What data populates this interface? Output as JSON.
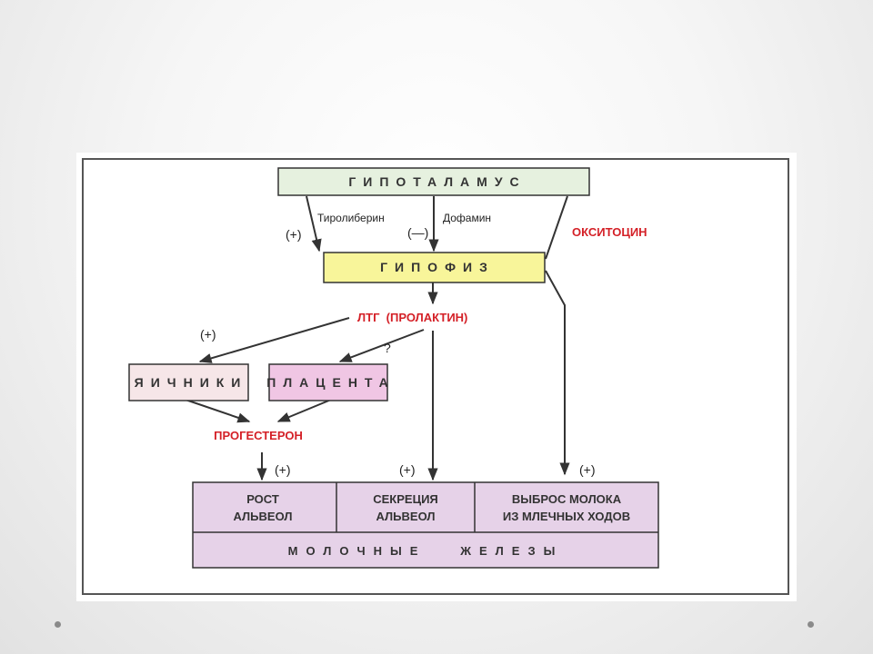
{
  "colors": {
    "hypothalamus_fill": "#e6f1df",
    "hypophysis_fill": "#f8f59a",
    "ovaries_fill": "#f6e6e8",
    "placenta_fill": "#f0c6e4",
    "gland_fill": "#e6d2e8",
    "hormone_red": "#d42027",
    "line": "#333333"
  },
  "diagram": {
    "hypothalamus": "ГИПОТАЛАМУС",
    "hypophysis": "ГИПОФИЗ",
    "thyroliberin": "Тиролиберин",
    "dopamine": "Дофамин",
    "plus_thyro": "(+)",
    "minus_dopamine": "(—)",
    "oxytocin": "ОКСИТОЦИН",
    "ltg": "ЛТГ  (ПРОЛАКТИН)",
    "plus_ovaries": "(+)",
    "question": "?",
    "ovaries": "ЯИЧНИКИ",
    "placenta": "ПЛАЦЕНТА",
    "progesterone": "ПРОГЕСТЕРОН",
    "plus_growth": "(+)",
    "plus_secretion": "(+)",
    "plus_ejection": "(+)",
    "cell_growth_line1": "РОСТ",
    "cell_growth_line2": "АЛЬВЕОЛ",
    "cell_secretion_line1": "СЕКРЕЦИЯ",
    "cell_secretion_line2": "АЛЬВЕОЛ",
    "cell_ejection_line1": "ВЫБРОС МОЛОКА",
    "cell_ejection_line2": "ИЗ МЛЕЧНЫХ ХОДОВ",
    "mammary_glands": "МОЛОЧНЫЕ   ЖЕЛЕЗЫ"
  }
}
